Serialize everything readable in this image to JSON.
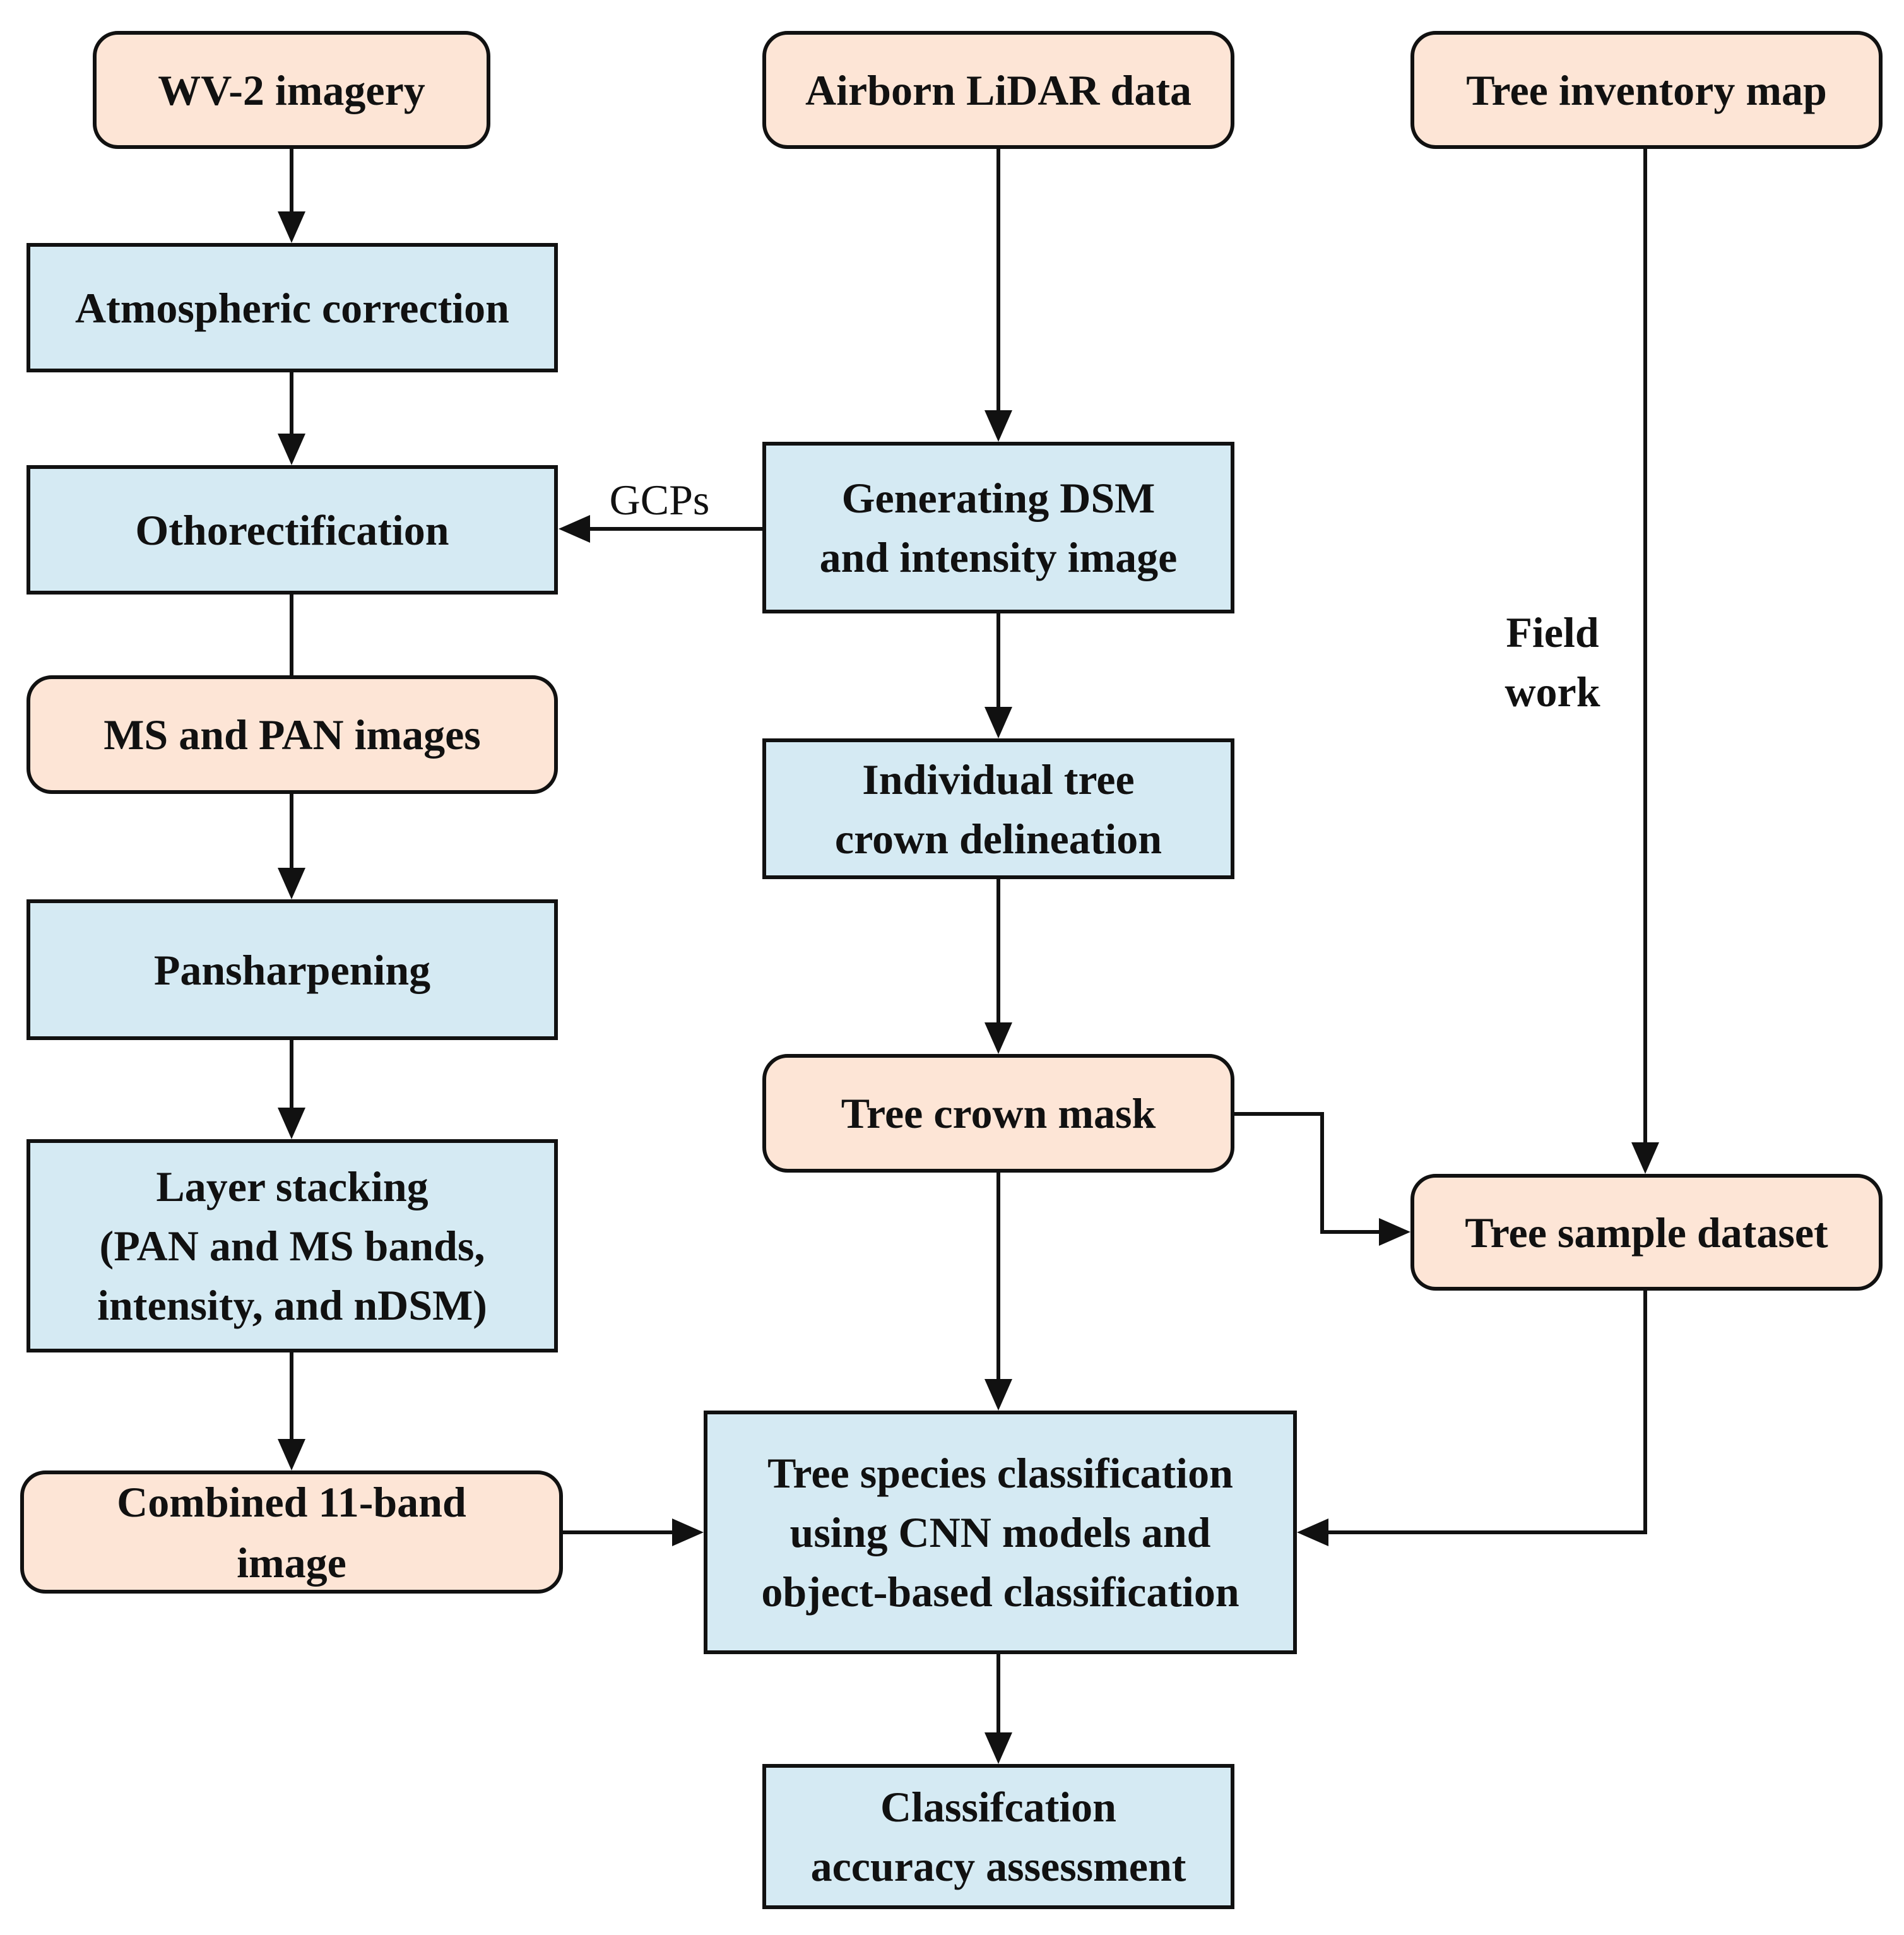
{
  "colors": {
    "input_fill": "#fde5d6",
    "process_fill": "#d5eaf3",
    "stroke": "#111111"
  },
  "nodes": {
    "wv2_imagery": "WV-2 imagery",
    "airborne_lidar": "Airborn LiDAR data",
    "tree_inventory": "Tree inventory map",
    "atmospheric_correction": "Atmospheric correction",
    "orthorectification": "Othorectification",
    "generating_dsm": "Generating DSM\nand intensity image",
    "ms_pan_images": "MS and PAN images",
    "individual_tree_crown": "Individual tree\ncrown delineation",
    "pansharpening": "Pansharpening",
    "tree_crown_mask": "Tree crown mask",
    "layer_stacking": "Layer stacking\n(PAN and MS bands,\nintensity, and nDSM)",
    "tree_sample_dataset": "Tree sample dataset",
    "combined_image": "Combined 11-band\nimage",
    "species_classification": "Tree species classification\nusing CNN models and\nobject-based classification",
    "accuracy_assessment": "Classifcation\naccuracy assessment"
  },
  "labels": {
    "gcps": "GCPs",
    "field_work": "Field\nwork"
  }
}
